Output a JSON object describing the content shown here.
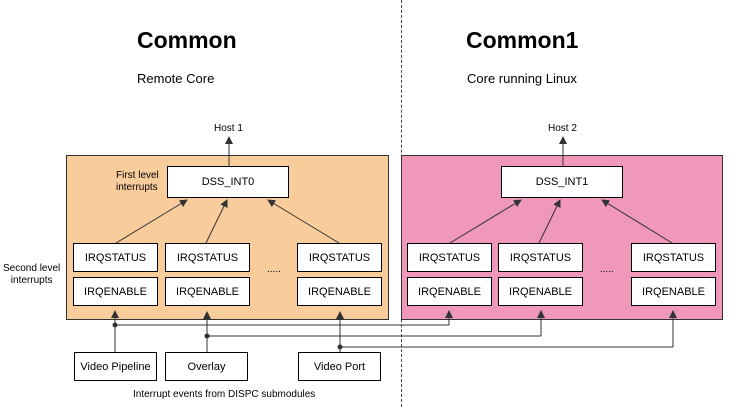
{
  "colors": {
    "left_panel_bg": "#f9cd9b",
    "right_panel_bg": "#ef98bb",
    "line": "#333333",
    "background": "#ffffff"
  },
  "left": {
    "title": "Common",
    "subtitle": "Remote Core",
    "host_label": "Host 1",
    "int_box": "DSS_INT0",
    "first_level_label": "First level\ninterrupts",
    "irqstatus": [
      "IRQSTATUS",
      "IRQSTATUS",
      "IRQSTATUS"
    ],
    "irqenable": [
      "IRQENABLE",
      "IRQENABLE",
      "IRQENABLE"
    ],
    "ellipsis": "....."
  },
  "right": {
    "title": "Common1",
    "subtitle": "Core running Linux",
    "host_label": "Host 2",
    "int_box": "DSS_INT1",
    "irqstatus": [
      "IRQSTATUS",
      "IRQSTATUS",
      "IRQSTATUS"
    ],
    "irqenable": [
      "IRQENABLE",
      "IRQENABLE",
      "IRQENABLE"
    ],
    "ellipsis": "....."
  },
  "second_level_label": "Second level\ninterrupts",
  "sources": [
    "Video Pipeline",
    "Overlay",
    "Video Port"
  ],
  "footer": "Interrupt events from DISPC submodules"
}
